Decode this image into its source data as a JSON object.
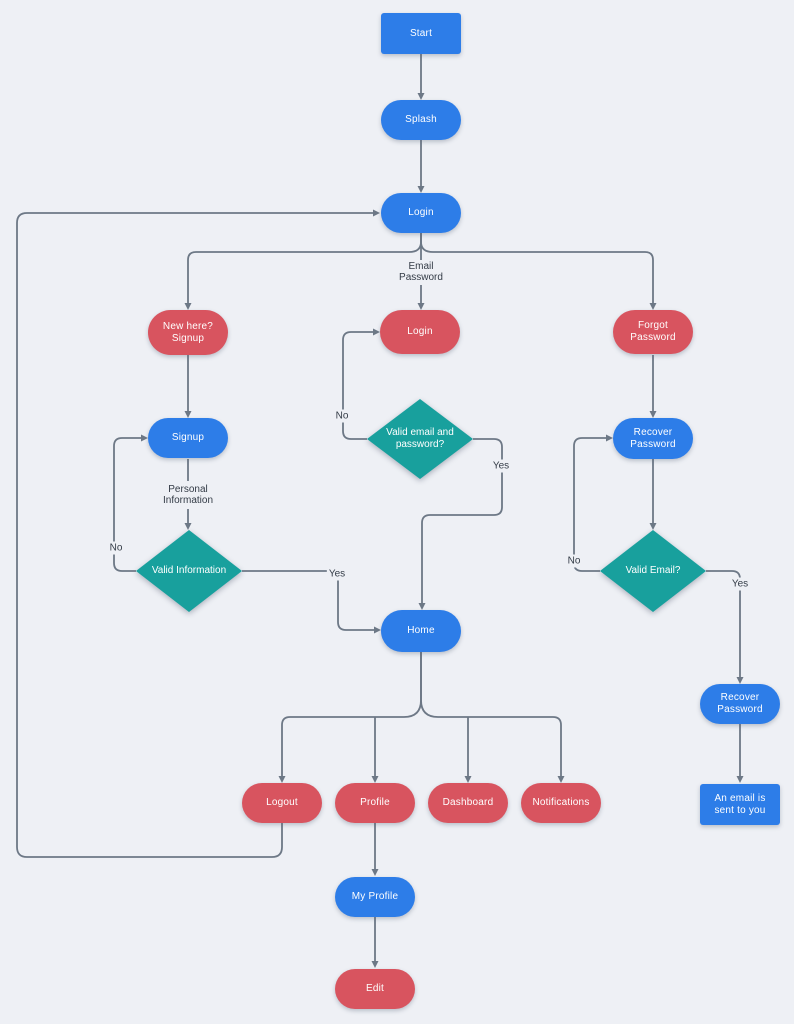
{
  "diagram": {
    "type": "flowchart",
    "background_color": "#eef0f5",
    "colors": {
      "process_blue": "#2d7de8",
      "action_red": "#d8545f",
      "decision_teal": "#18a09d",
      "edge_gray": "#6d7886",
      "edge_label_text": "#333b46",
      "node_text": "#ffffff"
    },
    "nodes": {
      "start": {
        "label": "Start",
        "shape": "rect",
        "color": "blue"
      },
      "splash": {
        "label": "Splash",
        "shape": "pill",
        "color": "blue"
      },
      "login_screen": {
        "label": "Login",
        "shape": "pill",
        "color": "blue"
      },
      "new_here_signup": {
        "label": "New here? Signup",
        "shape": "pill",
        "color": "red"
      },
      "login_action": {
        "label": "Login",
        "shape": "pill",
        "color": "red"
      },
      "forgot_password": {
        "label": "Forgot Password",
        "shape": "pill",
        "color": "red"
      },
      "signup": {
        "label": "Signup",
        "shape": "pill",
        "color": "blue"
      },
      "valid_email_password": {
        "label": "Valid email and password?",
        "shape": "diamond",
        "color": "teal"
      },
      "recover_password": {
        "label": "Recover Password",
        "shape": "pill",
        "color": "blue"
      },
      "valid_information": {
        "label": "Valid Information",
        "shape": "diamond",
        "color": "teal"
      },
      "valid_email": {
        "label": "Valid Email?",
        "shape": "diamond",
        "color": "teal"
      },
      "home": {
        "label": "Home",
        "shape": "pill",
        "color": "blue"
      },
      "recover_password_2": {
        "label": "Recover Password",
        "shape": "pill",
        "color": "blue"
      },
      "email_sent": {
        "label": "An email is sent to you",
        "shape": "rect",
        "color": "blue"
      },
      "logout": {
        "label": "Logout",
        "shape": "pill",
        "color": "red"
      },
      "profile": {
        "label": "Profile",
        "shape": "pill",
        "color": "red"
      },
      "dashboard": {
        "label": "Dashboard",
        "shape": "pill",
        "color": "red"
      },
      "notifications": {
        "label": "Notifications",
        "shape": "pill",
        "color": "red"
      },
      "my_profile": {
        "label": "My Profile",
        "shape": "pill",
        "color": "blue"
      },
      "edit": {
        "label": "Edit",
        "shape": "pill",
        "color": "red"
      }
    },
    "edge_labels": {
      "email_password": "Email Password",
      "personal_information": "Personal Information",
      "no_middle": "No",
      "yes_middle": "Yes",
      "no_left": "No",
      "yes_left": "Yes",
      "no_right": "No",
      "yes_right": "Yes"
    },
    "edges": [
      {
        "from": "start",
        "to": "splash"
      },
      {
        "from": "splash",
        "to": "login_screen"
      },
      {
        "from": "login_screen",
        "to": "new_here_signup"
      },
      {
        "from": "login_screen",
        "to": "login_action",
        "label": "Email Password"
      },
      {
        "from": "login_screen",
        "to": "forgot_password"
      },
      {
        "from": "new_here_signup",
        "to": "signup"
      },
      {
        "from": "signup",
        "to": "valid_information",
        "label": "Personal Information"
      },
      {
        "from": "valid_information",
        "to": "signup",
        "label": "No"
      },
      {
        "from": "valid_information",
        "to": "home",
        "label": "Yes"
      },
      {
        "from": "valid_email_password",
        "to": "login_action",
        "label": "No"
      },
      {
        "from": "valid_email_password",
        "to": "home",
        "label": "Yes"
      },
      {
        "from": "forgot_password",
        "to": "recover_password"
      },
      {
        "from": "recover_password",
        "to": "valid_email"
      },
      {
        "from": "valid_email",
        "to": "recover_password",
        "label": "No"
      },
      {
        "from": "valid_email",
        "to": "recover_password_2",
        "label": "Yes"
      },
      {
        "from": "home",
        "to": "logout"
      },
      {
        "from": "home",
        "to": "profile"
      },
      {
        "from": "home",
        "to": "dashboard"
      },
      {
        "from": "home",
        "to": "notifications"
      },
      {
        "from": "logout",
        "to": "login_screen"
      },
      {
        "from": "profile",
        "to": "my_profile"
      },
      {
        "from": "my_profile",
        "to": "edit"
      },
      {
        "from": "recover_password_2",
        "to": "email_sent"
      }
    ]
  }
}
